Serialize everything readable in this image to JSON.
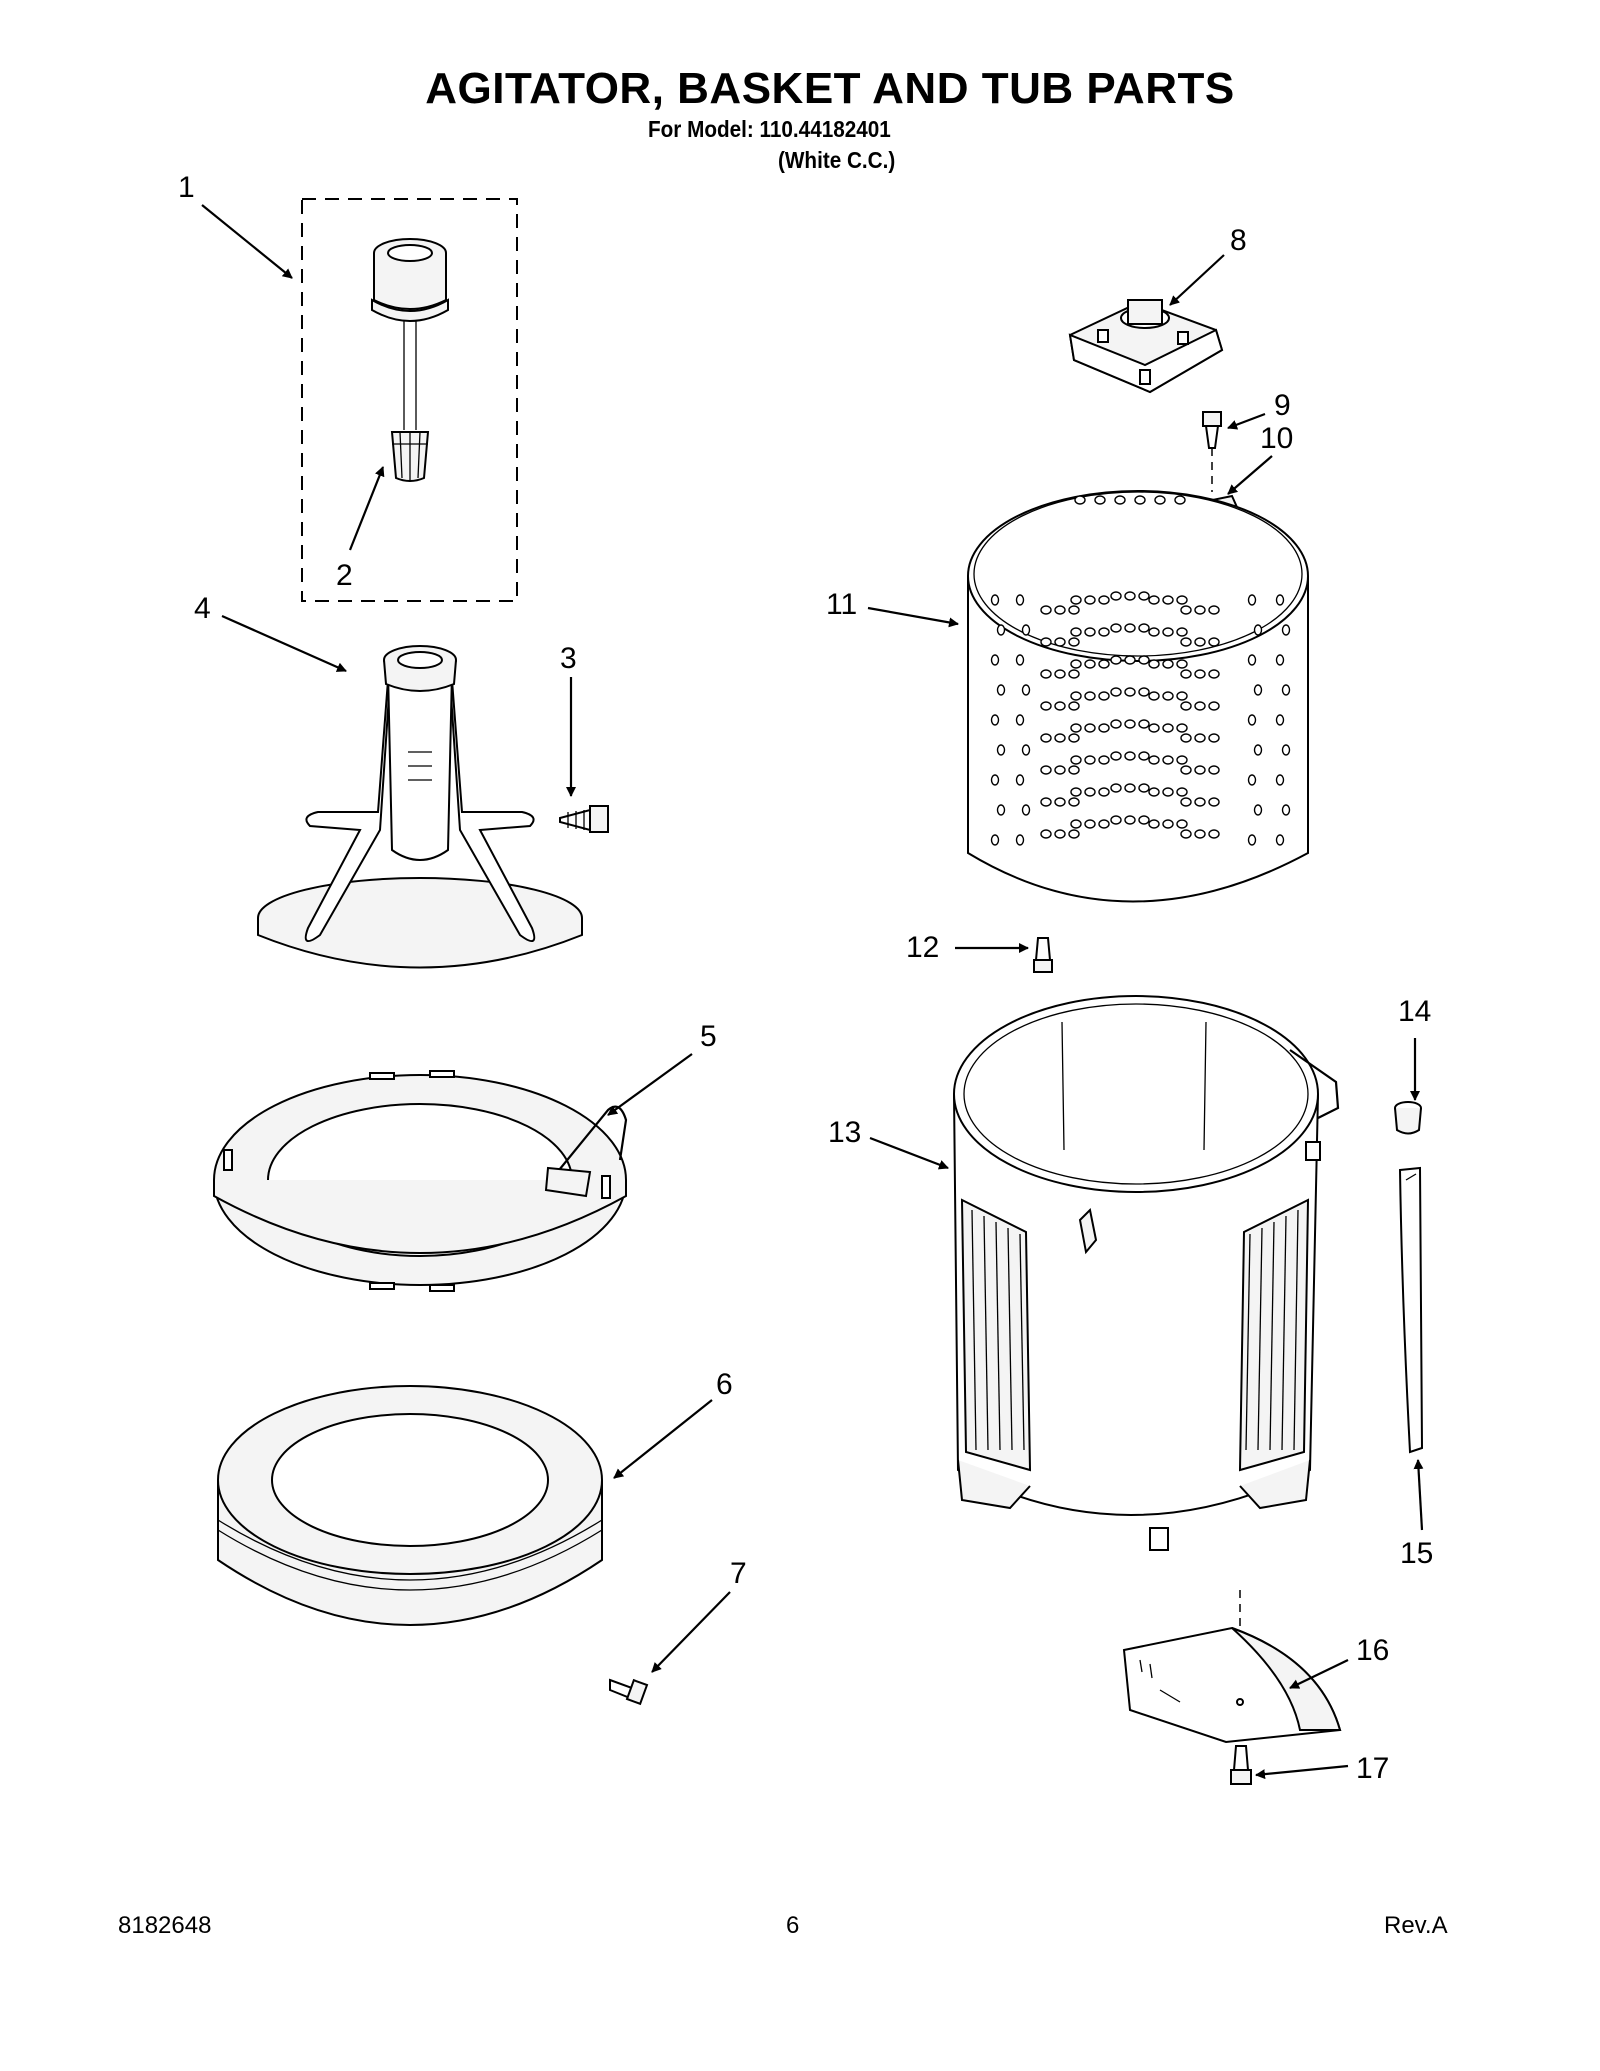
{
  "header": {
    "title": "AGITATOR, BASKET AND TUB PARTS",
    "model_line": "For Model: 110.44182401",
    "variant_line": "(White C.C.)"
  },
  "callouts": [
    "1",
    "2",
    "3",
    "4",
    "5",
    "6",
    "7",
    "8",
    "9",
    "10",
    "11",
    "12",
    "13",
    "14",
    "15",
    "16",
    "17"
  ],
  "footer": {
    "doc_number": "8182648",
    "page_number": "6",
    "revision": "Rev.A"
  }
}
